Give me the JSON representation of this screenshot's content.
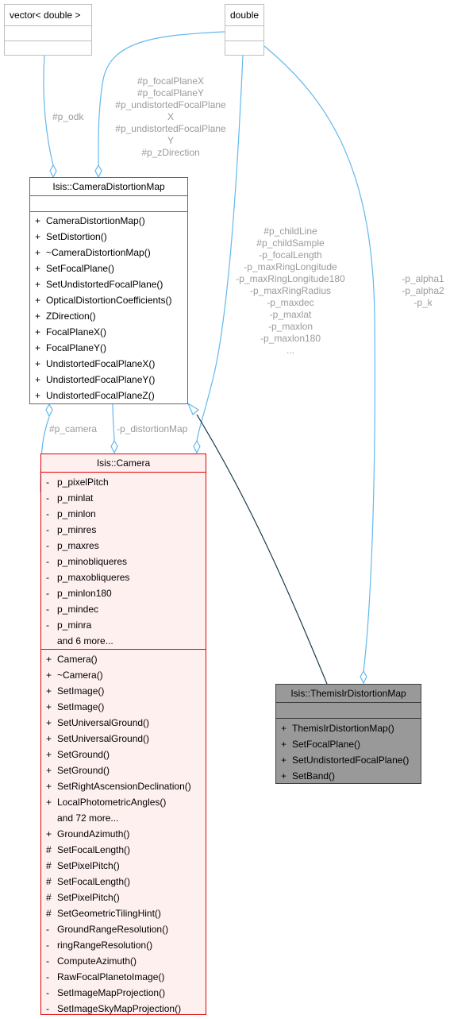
{
  "nodes": {
    "vector_double": {
      "title": "vector< double >"
    },
    "double": {
      "title": "double"
    },
    "camera_distortion_map": {
      "title": "Isis::CameraDistortionMap",
      "methods": [
        {
          "vis": "+",
          "name": "CameraDistortionMap()"
        },
        {
          "vis": "+",
          "name": "SetDistortion()"
        },
        {
          "vis": "+",
          "name": "~CameraDistortionMap()"
        },
        {
          "vis": "+",
          "name": "SetFocalPlane()"
        },
        {
          "vis": "+",
          "name": "SetUndistortedFocalPlane()"
        },
        {
          "vis": "+",
          "name": "OpticalDistortionCoefficients()"
        },
        {
          "vis": "+",
          "name": "ZDirection()"
        },
        {
          "vis": "+",
          "name": "FocalPlaneX()"
        },
        {
          "vis": "+",
          "name": "FocalPlaneY()"
        },
        {
          "vis": "+",
          "name": "UndistortedFocalPlaneX()"
        },
        {
          "vis": "+",
          "name": "UndistortedFocalPlaneY()"
        },
        {
          "vis": "+",
          "name": "UndistortedFocalPlaneZ()"
        }
      ]
    },
    "camera": {
      "title": "Isis::Camera",
      "attributes": [
        {
          "vis": "-",
          "name": "p_pixelPitch"
        },
        {
          "vis": "-",
          "name": "p_minlat"
        },
        {
          "vis": "-",
          "name": "p_minlon"
        },
        {
          "vis": "-",
          "name": "p_minres"
        },
        {
          "vis": "-",
          "name": "p_maxres"
        },
        {
          "vis": "-",
          "name": "p_minobliqueres"
        },
        {
          "vis": "-",
          "name": "p_maxobliqueres"
        },
        {
          "vis": "-",
          "name": "p_minlon180"
        },
        {
          "vis": "-",
          "name": "p_mindec"
        },
        {
          "vis": "-",
          "name": "p_minra"
        }
      ],
      "attributes_more": "and 6 more...",
      "methods_a": [
        {
          "vis": "+",
          "name": "Camera()"
        },
        {
          "vis": "+",
          "name": "~Camera()"
        },
        {
          "vis": "+",
          "name": "SetImage()"
        },
        {
          "vis": "+",
          "name": "SetImage()"
        },
        {
          "vis": "+",
          "name": "SetUniversalGround()"
        },
        {
          "vis": "+",
          "name": "SetUniversalGround()"
        },
        {
          "vis": "+",
          "name": "SetGround()"
        },
        {
          "vis": "+",
          "name": "SetGround()"
        },
        {
          "vis": "+",
          "name": "SetRightAscensionDeclination()"
        },
        {
          "vis": "+",
          "name": "LocalPhotometricAngles()"
        }
      ],
      "methods_more": "and 72 more...",
      "methods_b": [
        {
          "vis": "+",
          "name": "GroundAzimuth()"
        },
        {
          "vis": "#",
          "name": "SetFocalLength()"
        },
        {
          "vis": "#",
          "name": "SetPixelPitch()"
        },
        {
          "vis": "#",
          "name": "SetFocalLength()"
        },
        {
          "vis": "#",
          "name": "SetPixelPitch()"
        },
        {
          "vis": "#",
          "name": "SetGeometricTilingHint()"
        },
        {
          "vis": "-",
          "name": "GroundRangeResolution()"
        },
        {
          "vis": "-",
          "name": "ringRangeResolution()"
        },
        {
          "vis": "-",
          "name": "ComputeAzimuth()"
        },
        {
          "vis": "-",
          "name": "RawFocalPlanetoImage()"
        },
        {
          "vis": "-",
          "name": "SetImageMapProjection()"
        },
        {
          "vis": "-",
          "name": "SetImageSkyMapProjection()"
        }
      ]
    },
    "themis_ir_distortion_map": {
      "title": "Isis::ThemisIrDistortionMap",
      "methods": [
        {
          "vis": "+",
          "name": "ThemisIrDistortionMap()"
        },
        {
          "vis": "+",
          "name": "SetFocalPlane()"
        },
        {
          "vis": "+",
          "name": "SetUndistortedFocalPlane()"
        },
        {
          "vis": "+",
          "name": "SetBand()"
        }
      ]
    }
  },
  "edge_labels": {
    "p_odk": [
      "#p_odk"
    ],
    "focal_plane": [
      "#p_focalPlaneX",
      "#p_focalPlaneY",
      "#p_undistortedFocalPlane",
      "X",
      "#p_undistortedFocalPlane",
      "Y",
      "#p_zDirection"
    ],
    "camera_members": [
      "#p_childLine",
      "#p_childSample",
      "-p_focalLength",
      "-p_maxRingLongitude",
      "-p_maxRingLongitude180",
      "-p_maxRingRadius",
      "-p_maxdec",
      "-p_maxlat",
      "-p_maxlon",
      "-p_maxlon180",
      "..."
    ],
    "alpha": [
      "-p_alpha1",
      "-p_alpha2",
      "-p_k"
    ],
    "p_camera": [
      "#p_camera"
    ],
    "p_distortion_map": [
      "-p_distortionMap"
    ]
  },
  "colors": {
    "edge": "#63b8ee",
    "inheritance": "#1a3d4f",
    "camera_border": "#e00000",
    "camera_fill": "#fff0f0",
    "themis_fill": "#999999"
  }
}
